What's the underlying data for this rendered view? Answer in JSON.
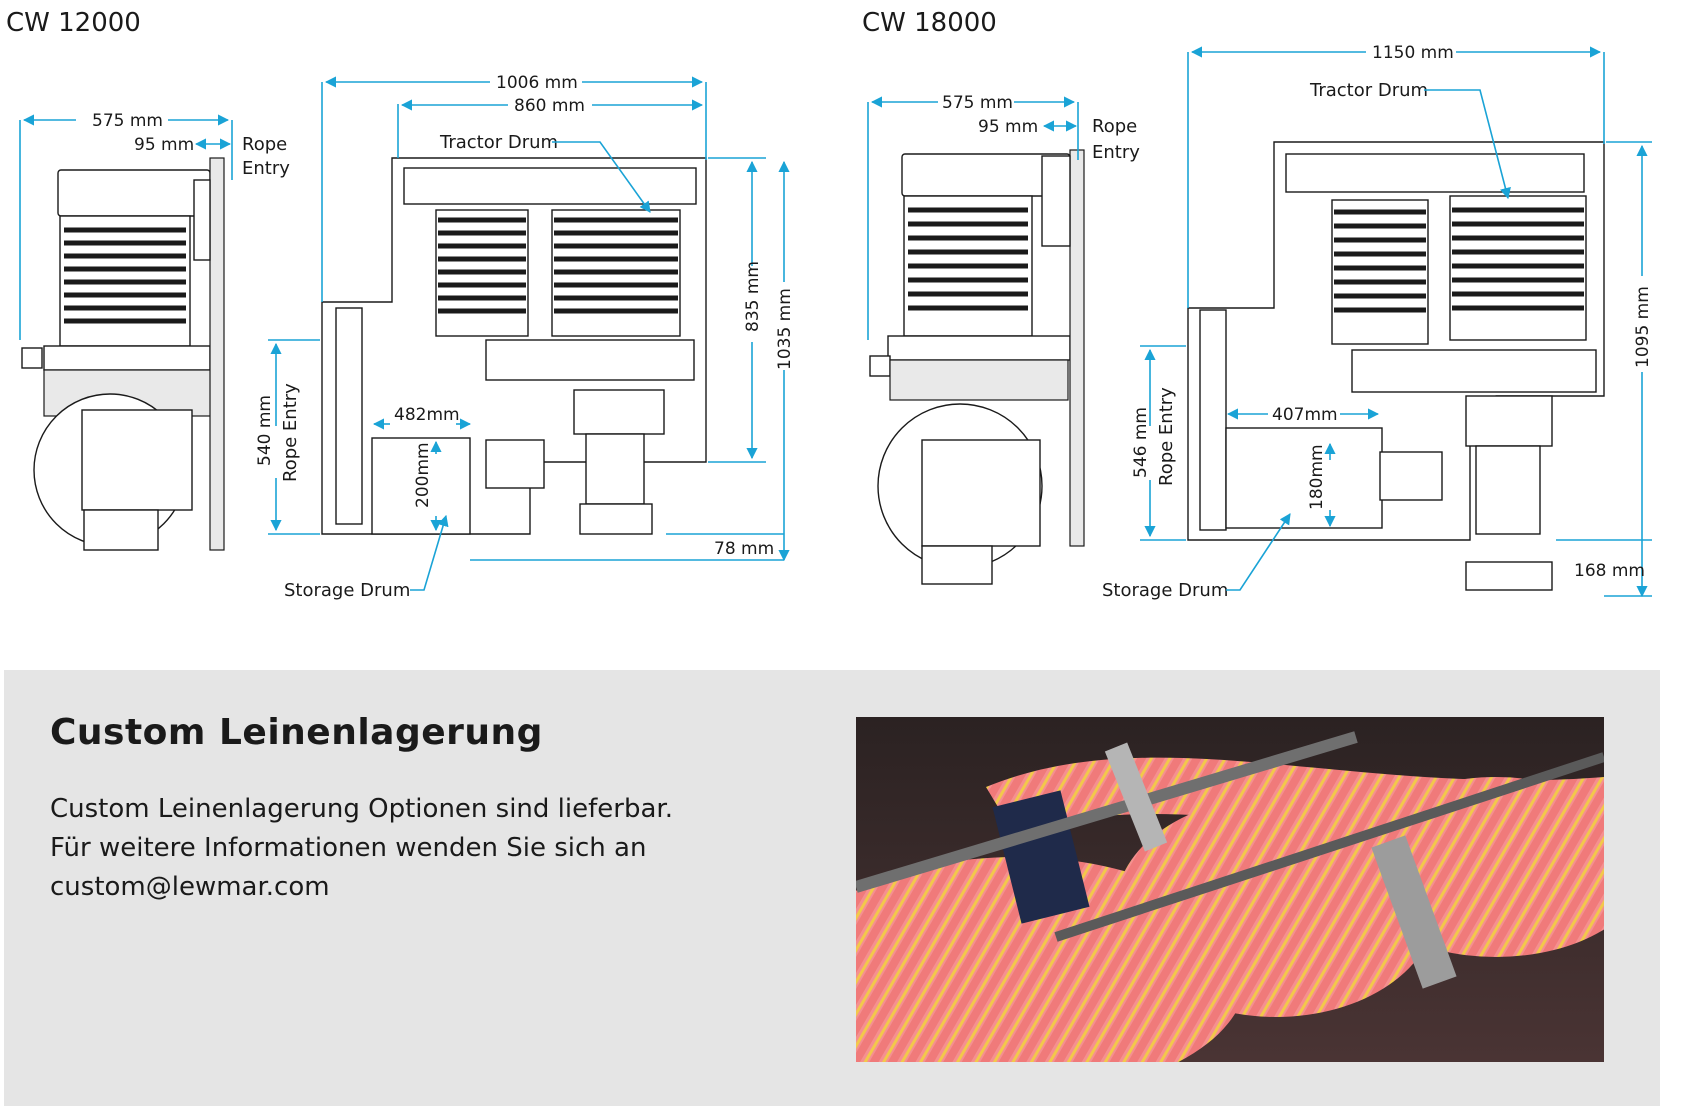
{
  "models": [
    {
      "title": "CW 12000",
      "dims": {
        "width_total": "575 mm",
        "rope_offset": "95 mm",
        "length_total": "1006 mm",
        "length_drum": "860 mm",
        "height_upper": "835 mm",
        "height_total": "1035 mm",
        "rope_entry_height": "540 mm",
        "storage_width": "482mm",
        "storage_height": "200mm",
        "bottom_offset": "78 mm"
      },
      "labels": {
        "rope_entry_1": "Rope",
        "rope_entry_2": "Entry",
        "rope_entry_vertical": "Rope Entry",
        "tractor_drum": "Tractor Drum",
        "storage_drum": "Storage Drum"
      }
    },
    {
      "title": "CW 18000",
      "dims": {
        "width_total": "575 mm",
        "rope_offset": "95 mm",
        "length_total": "1150 mm",
        "height_total": "1095 mm",
        "rope_entry_height": "546 mm",
        "storage_width": "407mm",
        "storage_height": "180mm",
        "bottom_offset": "168 mm"
      },
      "labels": {
        "rope_entry_1": "Rope",
        "rope_entry_2": "Entry",
        "rope_entry_vertical": "Rope Entry",
        "tractor_drum": "Tractor Drum",
        "storage_drum": "Storage Drum"
      }
    }
  ],
  "panel": {
    "title": "Custom Leinenlagerung",
    "line1": "Custom Leinenlagerung Optionen sind lieferbar.",
    "line2": "Für weitere Informationen wenden Sie sich an",
    "line3": "custom@lewmar.com"
  },
  "colors": {
    "dimension_lines": "#1aa3d6",
    "panel_background": "#e5e5e5",
    "rope_pink": "#f07a7a",
    "rope_yellow": "#f2c84b"
  }
}
